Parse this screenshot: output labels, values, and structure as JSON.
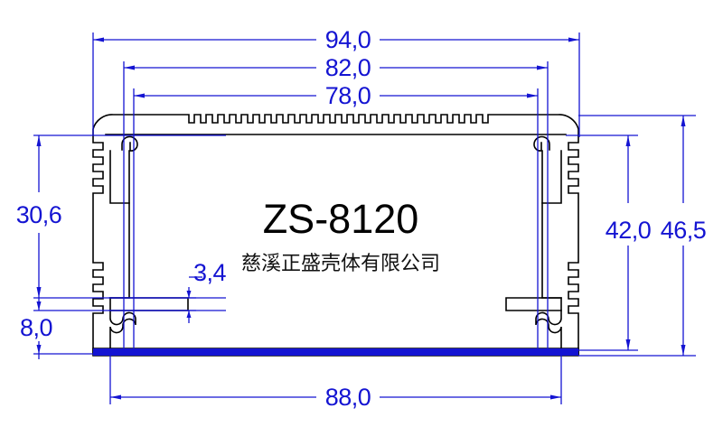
{
  "drawing": {
    "kind": "mechanical-2d-cross-section",
    "part_number": "ZS-8120",
    "company_name": "慈溪正盛壳体有限公司",
    "background_color": "#ffffff",
    "outline_color": "#000000",
    "dimension_color": "#1414d2",
    "base_bar_color": "#1414d2"
  },
  "dimensions": {
    "overall_width": "94,0",
    "inner_width_upper": "82,0",
    "groove_width": "78,0",
    "base_width": "88,0",
    "upper_height": "30,6",
    "lower_height": "8,0",
    "slot_height": "3,4",
    "inner_height": "42,0",
    "overall_height": "46,5"
  },
  "labels": {
    "top_1": "94,0",
    "top_2": "82,0",
    "top_3": "78,0",
    "left_1": "30,6",
    "left_2": "8,0",
    "center_detail": "3,4",
    "right_1": "42,0",
    "right_2": "46,5",
    "bottom_1": "88,0"
  }
}
